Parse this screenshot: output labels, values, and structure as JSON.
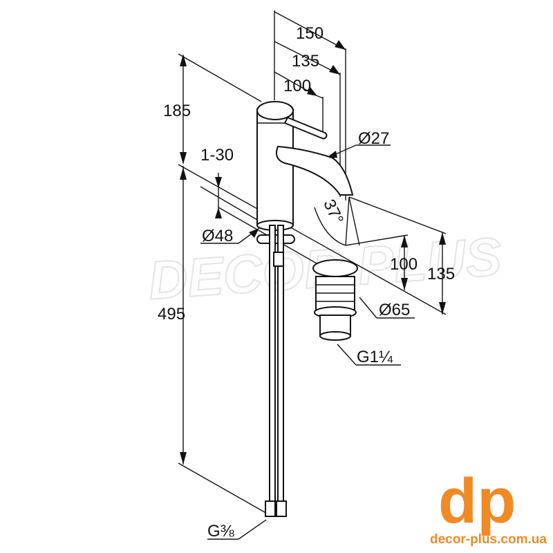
{
  "dimensions": {
    "width_total": "150",
    "width_spout": "135",
    "width_lever": "100",
    "height_body": "185",
    "deck_thickness": "1-30",
    "spout_diameter": "Ø27",
    "spout_angle": "37°",
    "base_diameter": "Ø48",
    "spout_height_100": "100",
    "spout_height_135": "135",
    "hose_length": "495",
    "drain_diameter": "Ø65",
    "drain_thread": "G1¼",
    "hose_thread": "G⅜"
  },
  "watermark": "DECOR PLUS",
  "logo": {
    "mark": "dp",
    "url": "decor-plus.com.ua",
    "color": "#f08a24"
  }
}
